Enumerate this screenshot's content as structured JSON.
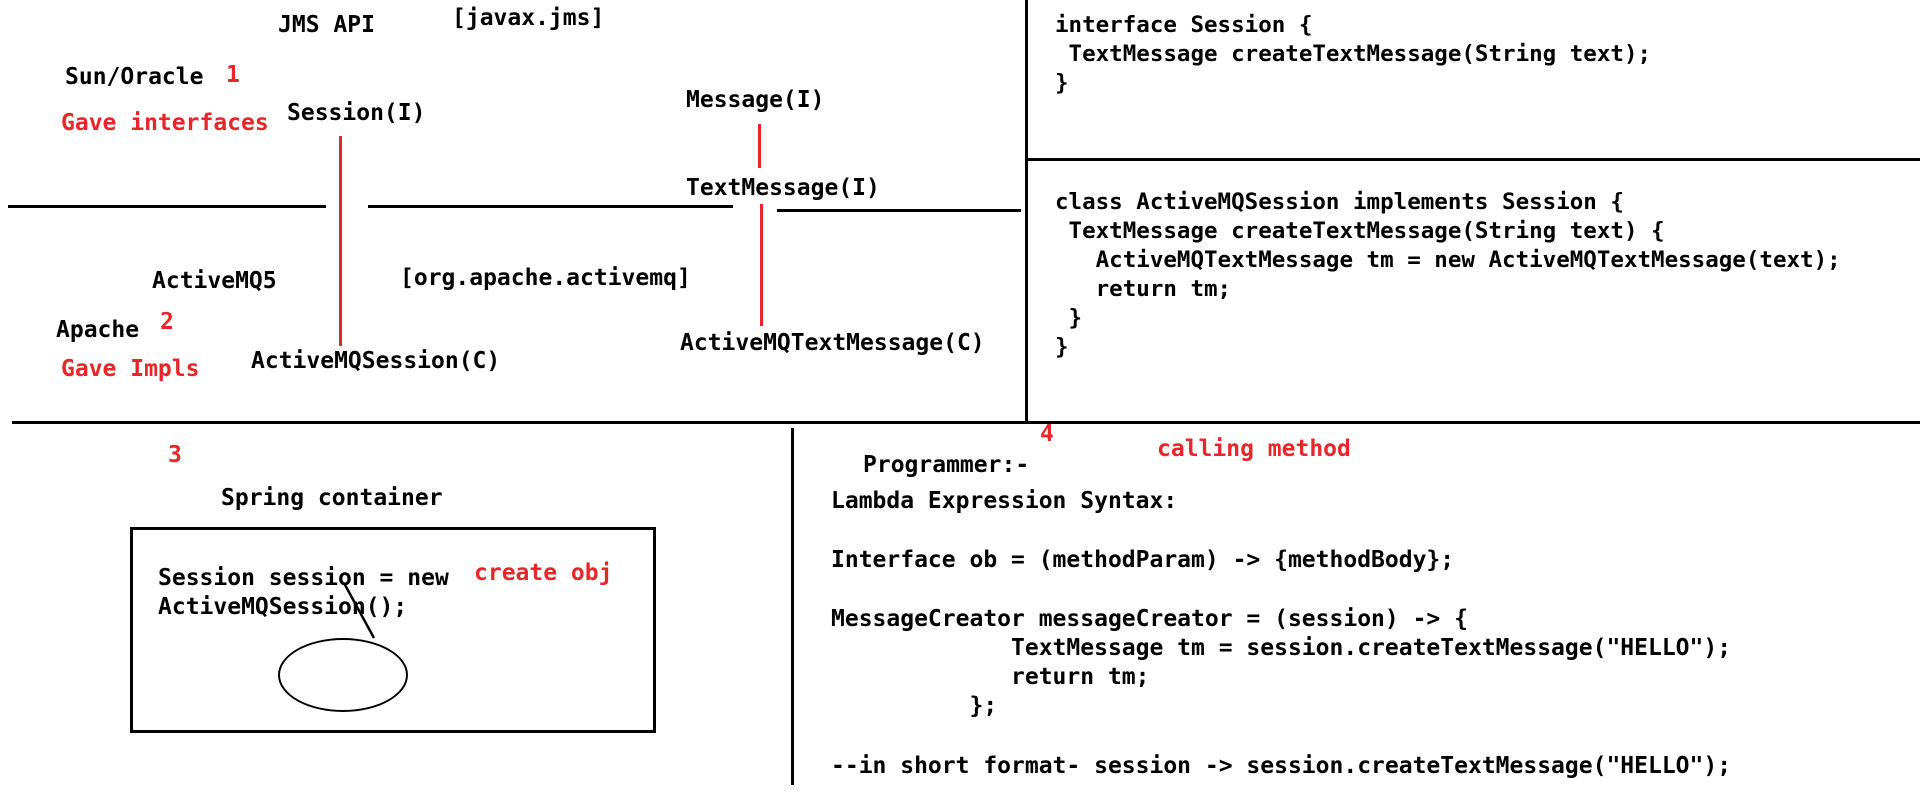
{
  "quadrant_top_left": {
    "jms_api": "JMS API",
    "javax_pkg": "[javax.jms]",
    "sun_oracle": "Sun/Oracle",
    "num_1": "1",
    "gave_interfaces": "Gave interfaces",
    "session_i": "Session(I)",
    "message_i": "Message(I)",
    "textmessage_i": "TextMessage(I)",
    "activemq5": "ActiveMQ5",
    "apache_pkg": "[org.apache.activemq]",
    "apache": "Apache",
    "num_2": "2",
    "gave_impls": "Gave Impls",
    "activemq_session_c": "ActiveMQSession(C)",
    "activemq_textmessage_c": "ActiveMQTextMessage(C)"
  },
  "quadrant_top_right": {
    "interface_code": [
      "interface Session {",
      " TextMessage createTextMessage(String text);",
      "}"
    ],
    "class_code": [
      "class ActiveMQSession implements Session {",
      " TextMessage createTextMessage(String text) {",
      "   ActiveMQTextMessage tm = new ActiveMQTextMessage(text);",
      "   return tm;",
      " }",
      "}"
    ]
  },
  "quadrant_bottom_left": {
    "num_3": "3",
    "spring_container": "Spring container",
    "session_line_1": "Session session = new",
    "session_line_2": "ActiveMQSession();",
    "create_obj": "create obj"
  },
  "quadrant_bottom_right": {
    "num_4": "4",
    "calling_method": "calling method",
    "programmer": "Programmer:-",
    "lambda_title": "Lambda Expression Syntax:",
    "syntax_line": "Interface ob = (methodParam) -> {methodBody};",
    "creator_code": [
      "MessageCreator messageCreator = (session) -> {",
      "             TextMessage tm = session.createTextMessage(\"HELLO\");",
      "             return tm;",
      "          };"
    ],
    "short_format": "--in short format- session -> session.createTextMessage(\"HELLO\");"
  },
  "colors": {
    "ink": "#000000",
    "annotation_red": "#e8262a",
    "background": "#ffffff"
  }
}
